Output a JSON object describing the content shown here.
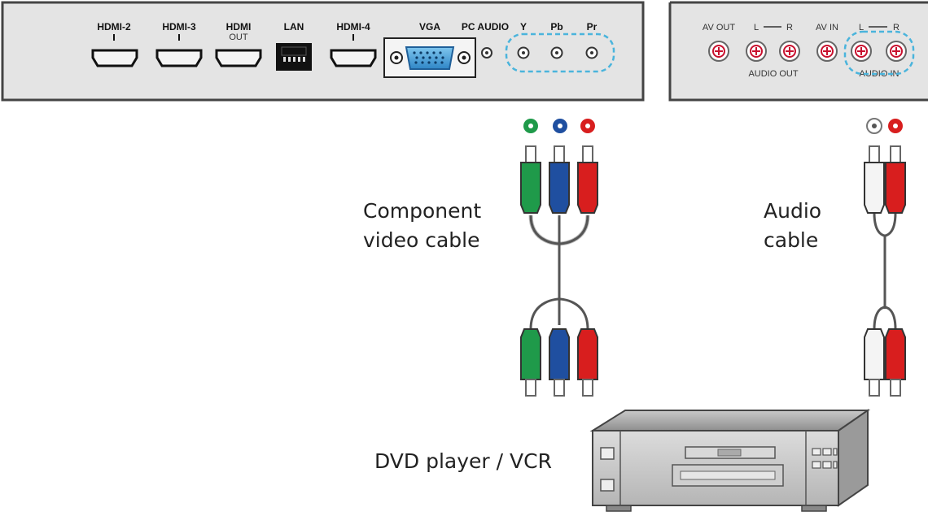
{
  "panel_left": {
    "ports": {
      "hdmi2": "HDMI-2",
      "hdmi3": "HDMI-3",
      "hdmi_out_top": "HDMI",
      "hdmi_out_bottom": "OUT",
      "lan": "LAN",
      "hdmi4": "HDMI-4",
      "vga": "VGA",
      "pc_audio": "PC AUDIO",
      "y": "Y",
      "pb": "Pb",
      "pr": "Pr"
    }
  },
  "panel_right": {
    "ports": {
      "av_out": "AV OUT",
      "l1": "L",
      "r1": "R",
      "av_in": "AV IN",
      "l2": "L",
      "r2": "R",
      "audio_out": "AUDIO OUT",
      "audio_in": "AUDIO IN"
    }
  },
  "labels": {
    "component_line1": "Component",
    "component_line2": "video cable",
    "audio_line1": "Audio",
    "audio_line2": "cable",
    "device": "DVD player / VCR"
  },
  "colors": {
    "panel": "#e4e4e4",
    "highlight": "#4ab4dc",
    "green": "#1f9a4a",
    "blue": "#1f4fa0",
    "red": "#d81e1e",
    "white": "#f4f4f4",
    "port_red": "#c8102e"
  }
}
